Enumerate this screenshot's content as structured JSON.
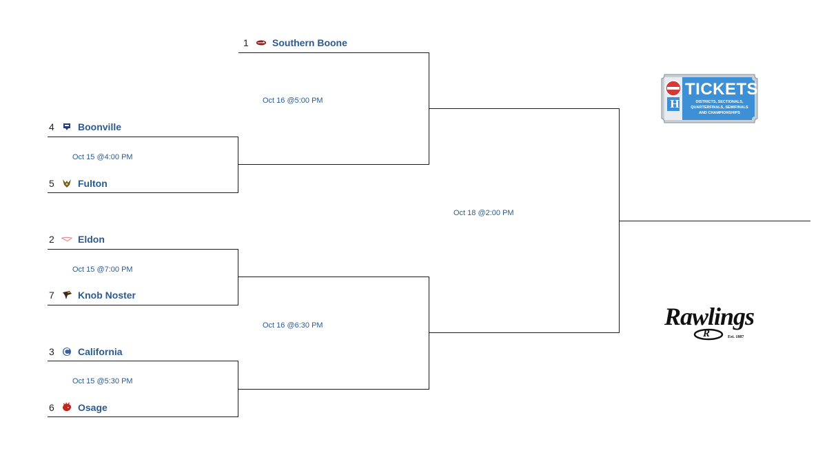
{
  "bracket": {
    "teams": [
      {
        "seed": "1",
        "name": "Southern Boone",
        "logo": "southern-boone-logo"
      },
      {
        "seed": "4",
        "name": "Boonville",
        "logo": "boonville-logo"
      },
      {
        "seed": "5",
        "name": "Fulton",
        "logo": "fulton-logo"
      },
      {
        "seed": "2",
        "name": "Eldon",
        "logo": "eldon-logo"
      },
      {
        "seed": "7",
        "name": "Knob Noster",
        "logo": "knob-noster-logo"
      },
      {
        "seed": "3",
        "name": "California",
        "logo": "california-logo"
      },
      {
        "seed": "6",
        "name": "Osage",
        "logo": "osage-logo"
      }
    ],
    "games": {
      "r1_top": "Oct 15 @4:00 PM",
      "r1_mid": "Oct 15 @7:00 PM",
      "r1_bot": "Oct 15 @5:30 PM",
      "semi_top": "Oct 16 @5:00 PM",
      "semi_bot": "Oct 16 @6:30 PM",
      "final": "Oct 18 @2:00 PM"
    }
  },
  "ads": {
    "tickets": {
      "title": "TICKETS",
      "line1": "DISTRICTS, SECTIONALS,",
      "line2": "QUARTERFINALS, SEMIFINALS",
      "line3": "AND CHAMPIONSHIPS",
      "badge_letter": "H",
      "accent": "#3d8fd6"
    },
    "rawlings": {
      "wordmark": "Rawlings",
      "emblem": "R",
      "est": "Est. 1887"
    }
  }
}
